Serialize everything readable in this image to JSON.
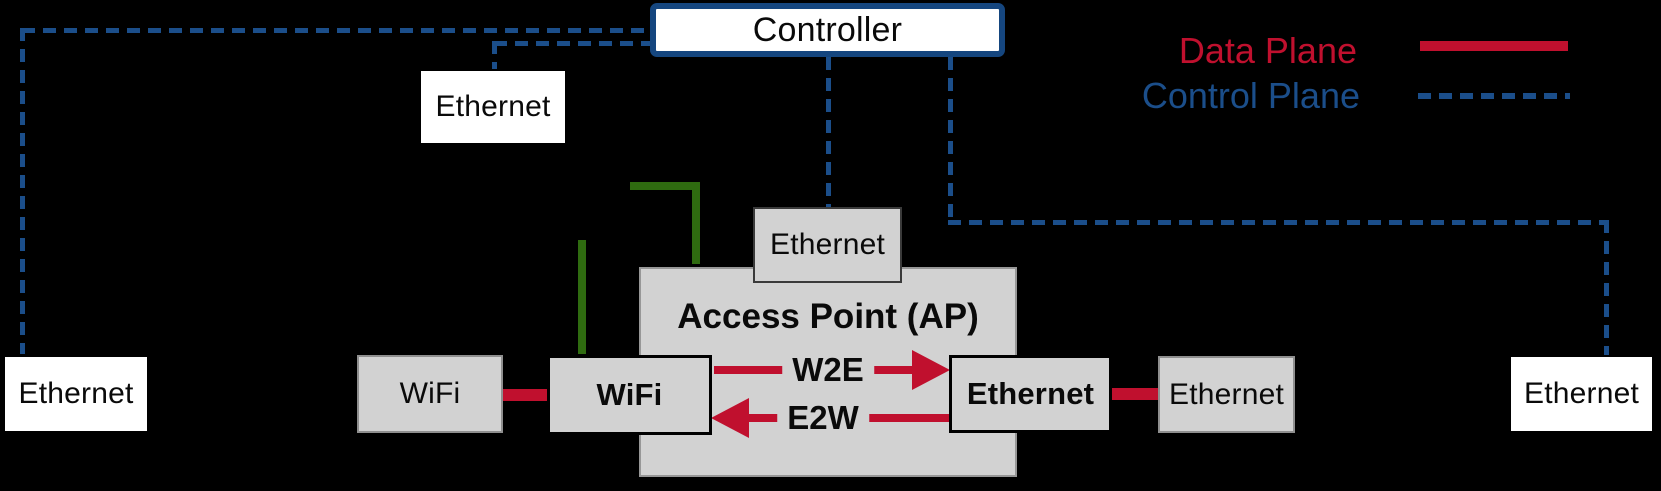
{
  "title": "AP data/control plane diagram",
  "colors": {
    "background": "#000000",
    "data_plane_red": "#c0102e",
    "control_plane_blue": "#1b4e8a",
    "controller_border_navy": "#15467f",
    "annotation_green": "#2f6b10",
    "box_gray": "#d2d2d2",
    "box_white": "#ffffff"
  },
  "controller": {
    "label": "Controller"
  },
  "legend": {
    "data_plane_label": "Data Plane",
    "control_plane_label": "Control Plane"
  },
  "access_point": {
    "title": "Access Point (AP)",
    "wifi_interface_label": "WiFi",
    "ethernet_interface_label": "Ethernet",
    "control_ethernet_label": "Ethernet",
    "w2e_flow_label": "W2E",
    "e2w_flow_label": "E2W"
  },
  "nodes": {
    "top_left_ethernet": "Ethernet",
    "far_left_ethernet": "Ethernet",
    "wifi_client": "WiFi",
    "ethernet_peer": "Ethernet",
    "far_right_ethernet": "Ethernet"
  }
}
